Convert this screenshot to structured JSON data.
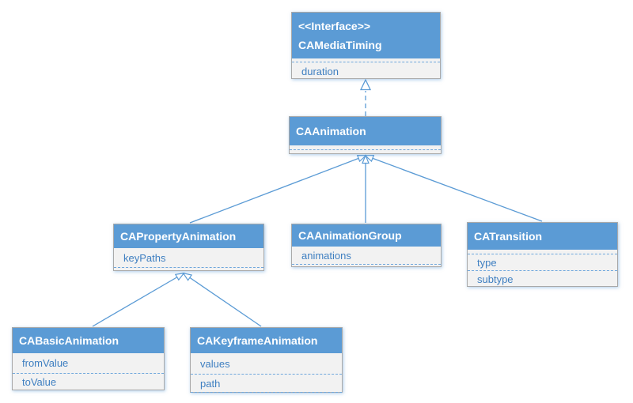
{
  "colors": {
    "header_fill": "#5B9BD5",
    "header_text": "#FFFFFF",
    "body_fill": "#F2F2F2",
    "attribute_text": "#3E7FC1",
    "connector": "#5B9BD5",
    "box_border": "#A9A9A9",
    "background": "#FFFFFF"
  },
  "diagram": {
    "classes": [
      {
        "stereotype": "<<Interface>>",
        "name": "CAMediaTiming",
        "attributes": [
          "duration"
        ]
      },
      {
        "name": "CAAnimation",
        "attributes": []
      },
      {
        "name": "CAPropertyAnimation",
        "attributes": [
          "keyPaths"
        ]
      },
      {
        "name": "CAAnimationGroup",
        "attributes": [
          "animations"
        ]
      },
      {
        "name": "CATransition",
        "attributes": [
          "type",
          "subtype"
        ]
      },
      {
        "name": "CABasicAnimation",
        "attributes": [
          "fromValue",
          "toValue"
        ]
      },
      {
        "name": "CAKeyframeAnimation",
        "attributes": [
          "values",
          "path"
        ]
      }
    ],
    "relationships": [
      {
        "type": "realization",
        "from": "CAAnimation",
        "to": "CAMediaTiming",
        "style": "dashed-hollow-triangle"
      },
      {
        "type": "generalization",
        "from": "CAPropertyAnimation",
        "to": "CAAnimation",
        "style": "solid-hollow-triangle"
      },
      {
        "type": "generalization",
        "from": "CAAnimationGroup",
        "to": "CAAnimation",
        "style": "solid-hollow-triangle"
      },
      {
        "type": "generalization",
        "from": "CATransition",
        "to": "CAAnimation",
        "style": "solid-hollow-triangle"
      },
      {
        "type": "generalization",
        "from": "CABasicAnimation",
        "to": "CAPropertyAnimation",
        "style": "solid-hollow-triangle"
      },
      {
        "type": "generalization",
        "from": "CAKeyframeAnimation",
        "to": "CAPropertyAnimation",
        "style": "solid-hollow-triangle"
      }
    ]
  }
}
